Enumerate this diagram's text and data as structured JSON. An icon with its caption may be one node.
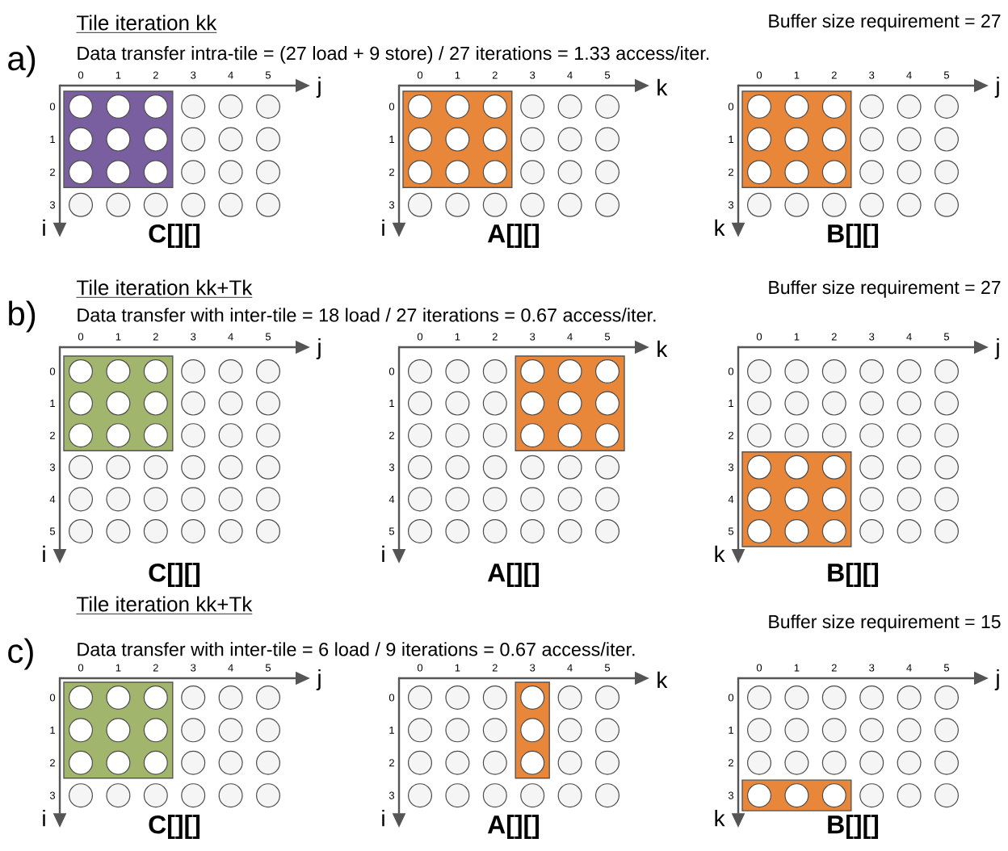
{
  "diagram": {
    "labels": [
      "Tile iteration kk",
      "Buffer size requirement = 27",
      "a)",
      "Data transfer intra-tile = (27 load + 9 store) / 27 iterations = 1.33 access/iter.",
      "0",
      "1",
      "2",
      "3",
      "4",
      "5",
      "j",
      "0",
      "1",
      "2",
      "3",
      "i",
      "C[][]",
      "0",
      "1",
      "2",
      "3",
      "4",
      "5",
      "k",
      "0",
      "1",
      "2",
      "3",
      "i",
      "A[][]",
      "0",
      "1",
      "2",
      "3",
      "4",
      "5",
      "j",
      "0",
      "1",
      "2",
      "3",
      "k",
      "B[][]",
      "Tile iteration kk+Tk",
      "Buffer size requirement = 27",
      "b)",
      "Data transfer with inter-tile = 18 load / 27 iterations = 0.67 access/iter.",
      "0",
      "1",
      "2",
      "3",
      "4",
      "5",
      "j",
      "0",
      "1",
      "2",
      "3",
      "4",
      "5",
      "i",
      "C[][]",
      "0",
      "1",
      "2",
      "3",
      "4",
      "5",
      "k",
      "0",
      "1",
      "2",
      "3",
      "4",
      "5",
      "i",
      "A[][]",
      "0",
      "1",
      "2",
      "3",
      "4",
      "5",
      "j",
      "0",
      "1",
      "2",
      "3",
      "4",
      "5",
      "k",
      "B[][]",
      "Tile iteration kk+Tk",
      "Buffer size requirement = 15",
      "c)",
      "Data transfer with inter-tile = 6 load / 9 iterations = 0.67 access/iter.",
      "0",
      "1",
      "2",
      "3",
      "4",
      "5",
      "j",
      "0",
      "1",
      "2",
      "3",
      "i",
      "C[][]",
      "0",
      "1",
      "2",
      "3",
      "4",
      "5",
      "k",
      "0",
      "1",
      "2",
      "3",
      "i",
      "A[][]",
      "0",
      "1",
      "2",
      "3",
      "4",
      "5",
      "j",
      "0",
      "1",
      "2",
      "3",
      "k",
      "B[][]"
    ]
  }
}
